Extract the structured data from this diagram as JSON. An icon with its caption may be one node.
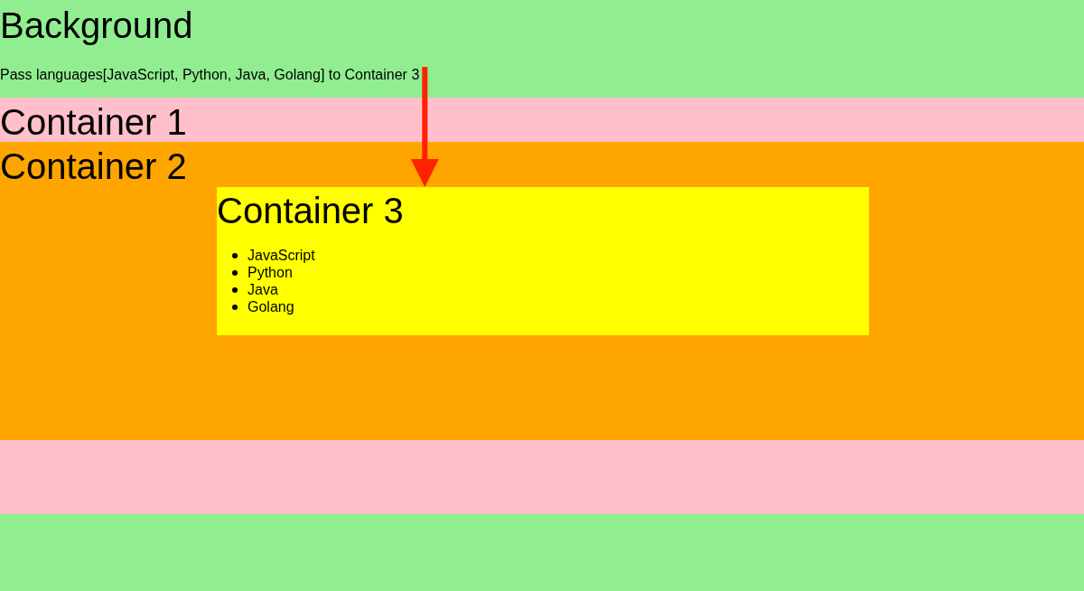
{
  "diagram": {
    "nodes": [
      {
        "text": [
          "Background"
        ]
      },
      {
        "text": [
          "Pass languages[JavaScript, Python, Java, Golang] to Container 3"
        ],
        "in": 0
      },
      {
        "text": [
          "Container 1"
        ],
        "in": 0
      },
      {
        "text": [
          "Container 2"
        ],
        "in": 2
      },
      {
        "text": [
          "Container 3",
          "JavaScript",
          "Python",
          "Java",
          "Golang"
        ],
        "in": 3
      }
    ],
    "edges": [
      {
        "from": 1,
        "to": 4,
        "arrow": "to"
      }
    ]
  }
}
